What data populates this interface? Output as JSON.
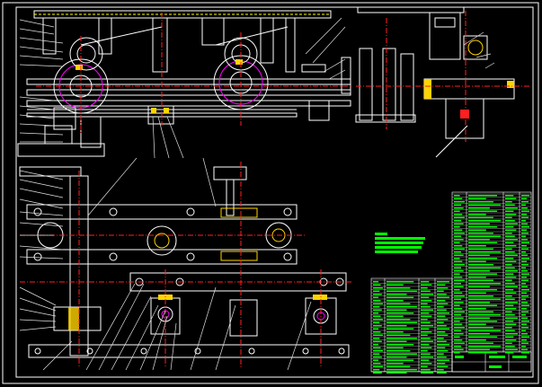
{
  "drawing": {
    "background": "#000000",
    "line_colors": {
      "frame": "#ffffff",
      "part": "#ffffff",
      "center": "#ff2020",
      "hidden": "#ffff00",
      "leader": "#e0e0e0",
      "highlight": "#ff00ff",
      "accent": "#ffd400",
      "cyan": "#00e0ff",
      "table_text": "#00ff00",
      "note_text": "#00ff00"
    }
  },
  "views": [
    {
      "name": "main-front-view"
    },
    {
      "name": "side-view-right"
    },
    {
      "name": "mechanism-plan-view"
    }
  ]
}
